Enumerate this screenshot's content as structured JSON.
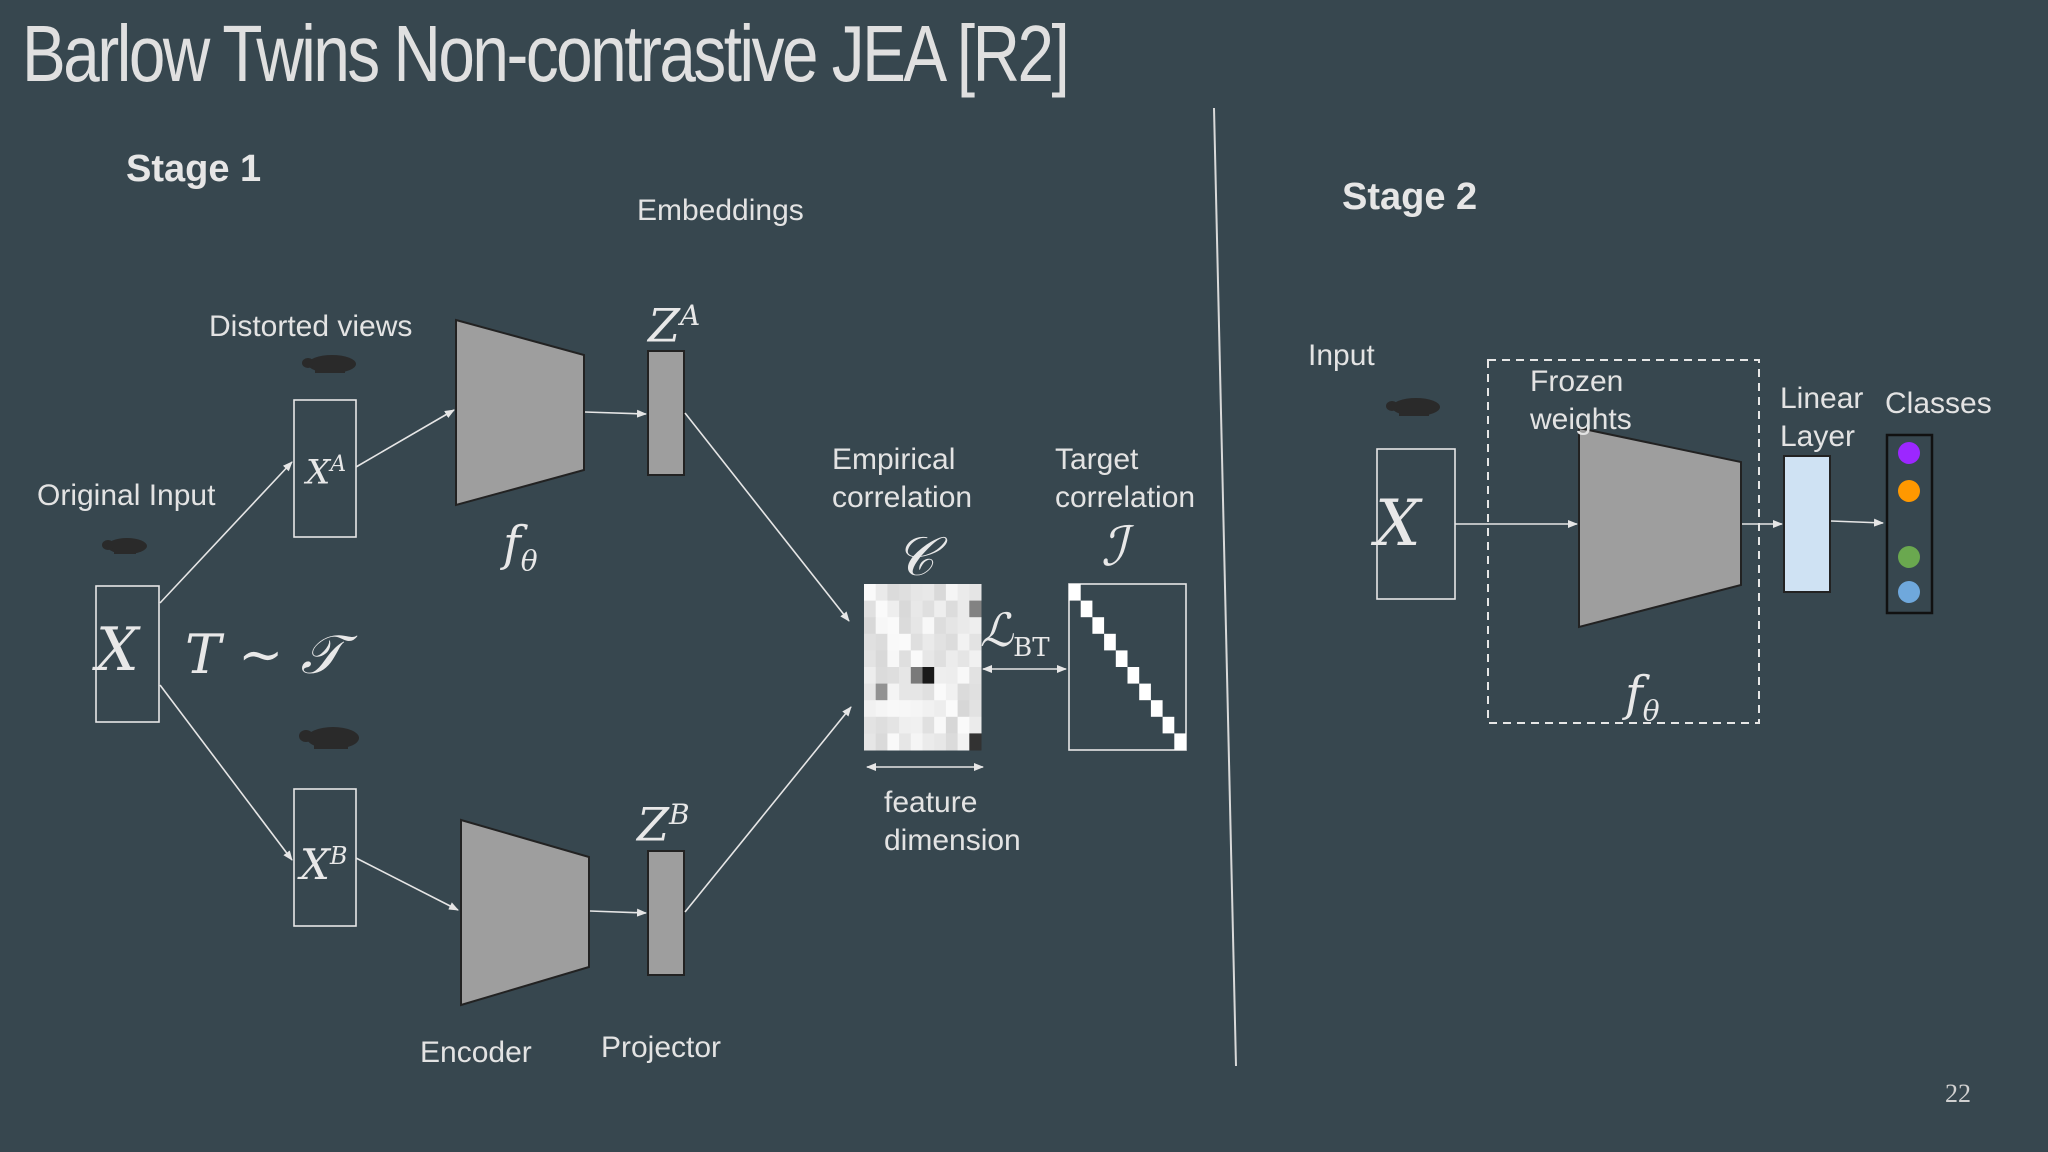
{
  "title": "Barlow Twins Non-contrastive JEA [R2]",
  "page_number": "22",
  "stage1": {
    "heading": "Stage 1",
    "embeddings": "Embeddings",
    "distorted_views": "Distorted views",
    "original_input": "Original Input",
    "empirical": "Empirical correlation",
    "target": "Target correlation",
    "feature_dim": "feature dimension",
    "encoder": "Encoder",
    "projector": "Projector"
  },
  "stage2": {
    "heading": "Stage 2",
    "input": "Input",
    "frozen": "Frozen weights",
    "linear": "Linear Layer",
    "classes": "Classes"
  },
  "math": {
    "X": "X",
    "XA": "X",
    "XA_sup": "A",
    "XB": "X",
    "XB_sup": "B",
    "ZA": "Z",
    "ZA_sup": "A",
    "ZB": "Z",
    "ZB_sup": "B",
    "T": "T ∼ 𝒯",
    "f": "f",
    "f_sub": "θ",
    "C": "𝒞",
    "I": "ℐ",
    "L": "ℒ",
    "L_sub": "BT"
  },
  "colors": {
    "background": "#37474f",
    "block_fill": "#9e9e9e",
    "linear_layer": "#cfe2f3",
    "classes": [
      "#9c27ff",
      "#ff9800",
      "#6aa84f",
      "#6fa8dc"
    ]
  }
}
